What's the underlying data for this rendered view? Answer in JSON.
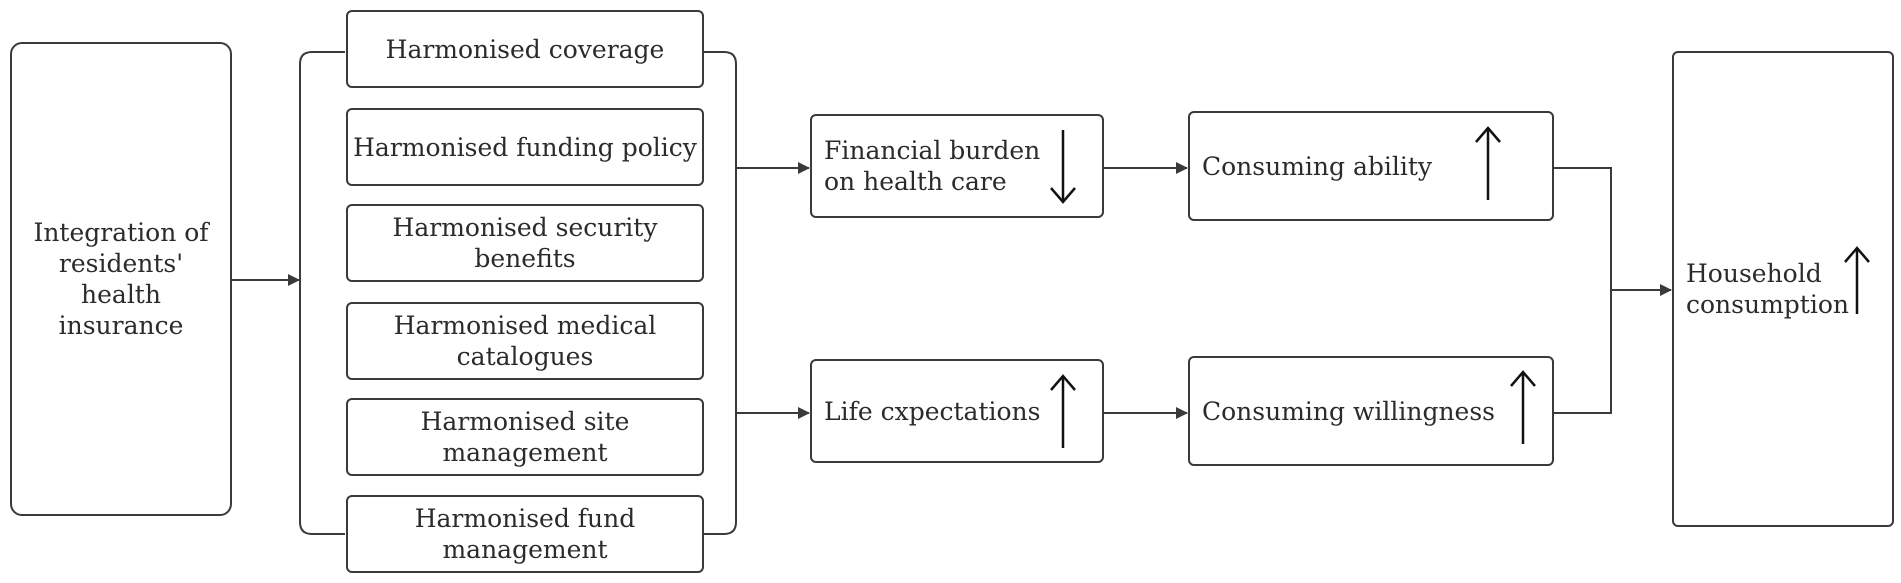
{
  "diagram": {
    "source": {
      "label": "Integration of\nresidents'\nhealth\ninsurance"
    },
    "policies": [
      {
        "id": "coverage",
        "label": "Harmonised coverage"
      },
      {
        "id": "funding",
        "label": "Harmonised funding policy"
      },
      {
        "id": "security",
        "label": "Harmonised security\nbenefits"
      },
      {
        "id": "medical",
        "label": "Harmonised medical\ncatalogues"
      },
      {
        "id": "site",
        "label": "Harmonised site\nmanagement"
      },
      {
        "id": "fund",
        "label": "Harmonised fund\nmanagement"
      }
    ],
    "mediators": [
      {
        "id": "financial",
        "label": "Financial burden\non health care",
        "trend": "down"
      },
      {
        "id": "life",
        "label": "Life cxpectations",
        "trend": "up"
      }
    ],
    "consumption_factors": [
      {
        "id": "ability",
        "label": "Consuming ability",
        "trend": "up"
      },
      {
        "id": "willingness",
        "label": "Consuming willingness",
        "trend": "up"
      }
    ],
    "outcome": {
      "label": "Household\nconsumption",
      "trend": "up"
    },
    "connections": [
      {
        "from": "source",
        "to": "policies"
      },
      {
        "from": "policies",
        "to": "financial"
      },
      {
        "from": "policies",
        "to": "life"
      },
      {
        "from": "financial",
        "to": "ability"
      },
      {
        "from": "life",
        "to": "willingness"
      },
      {
        "from": "ability",
        "to": "outcome"
      },
      {
        "from": "willingness",
        "to": "outcome"
      }
    ],
    "colors": {
      "line": "#3a3a3a",
      "text": "#2b2b2b",
      "background": "#ffffff"
    }
  }
}
